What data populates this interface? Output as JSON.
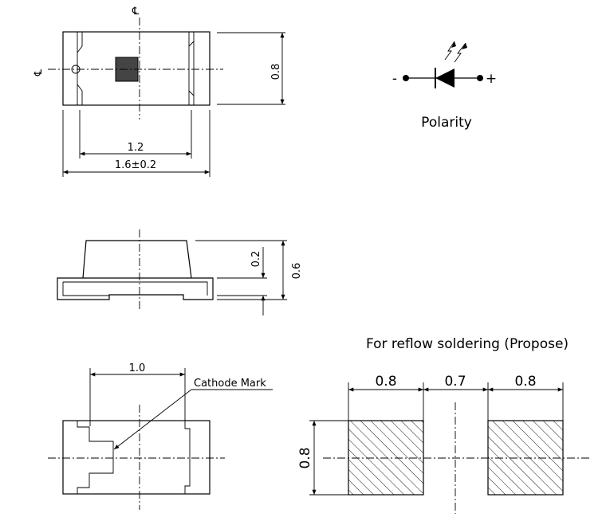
{
  "top_view": {
    "centerline_mark_top": "℄",
    "centerline_mark_left": "℄",
    "dim_height": "0.8",
    "dim_inner_width": "1.2",
    "dim_total_width": "1.6±0.2"
  },
  "polarity": {
    "label": "Polarity",
    "minus": "-",
    "plus": "+"
  },
  "side_view": {
    "dim_pad": "0.2",
    "dim_height": "0.6"
  },
  "bottom_view": {
    "dim_width": "1.0",
    "cathode_label": "Cathode Mark"
  },
  "footprint": {
    "title": "For reflow soldering (Propose)",
    "dim_pad_left": "0.8",
    "dim_gap": "0.7",
    "dim_pad_right": "0.8",
    "dim_height": "0.8"
  }
}
